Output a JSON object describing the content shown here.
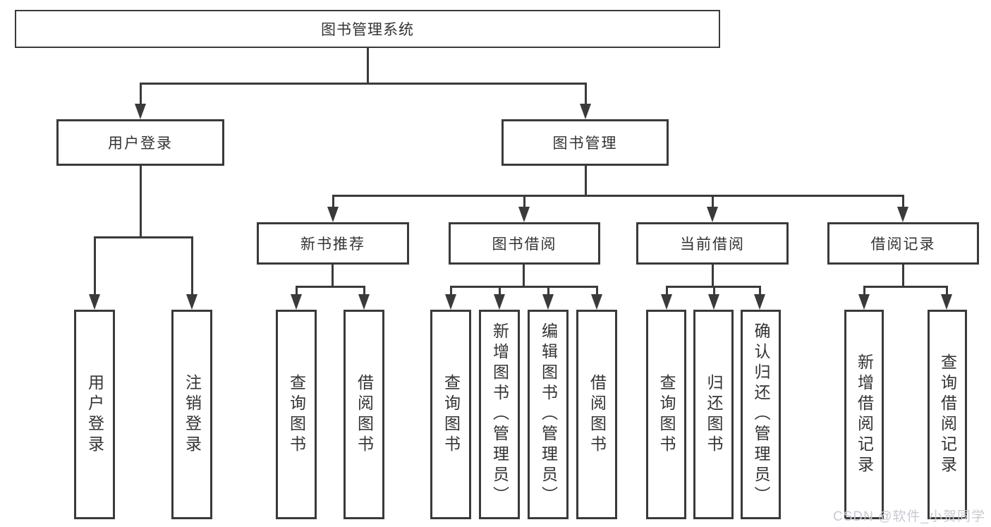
{
  "root": {
    "label": "图书管理系统"
  },
  "branches": [
    {
      "label": "用户登录",
      "children": [
        {
          "label": "用户登录"
        },
        {
          "label": "注销登录"
        }
      ]
    },
    {
      "label": "图书管理",
      "children": [
        {
          "label": "新书推荐",
          "children": [
            {
              "label": "查询图书"
            },
            {
              "label": "借阅图书"
            }
          ]
        },
        {
          "label": "图书借阅",
          "children": [
            {
              "label": "查询图书"
            },
            {
              "label": "新增图书（管理员）"
            },
            {
              "label": "编辑图书（管理员）"
            },
            {
              "label": "借阅图书"
            }
          ]
        },
        {
          "label": "当前借阅",
          "children": [
            {
              "label": "查询图书"
            },
            {
              "label": "归还图书"
            },
            {
              "label": "确认归还（管理员）"
            }
          ]
        },
        {
          "label": "借阅记录",
          "children": [
            {
              "label": "新增借阅记录"
            },
            {
              "label": "查询借阅记录"
            }
          ]
        }
      ]
    }
  ],
  "watermark": {
    "text": "CSDN @软件_小贺同学"
  },
  "colors": {
    "line": "#3a3a3a",
    "text": "#333333",
    "background": "#ffffff",
    "watermark": "#c9cad2"
  }
}
